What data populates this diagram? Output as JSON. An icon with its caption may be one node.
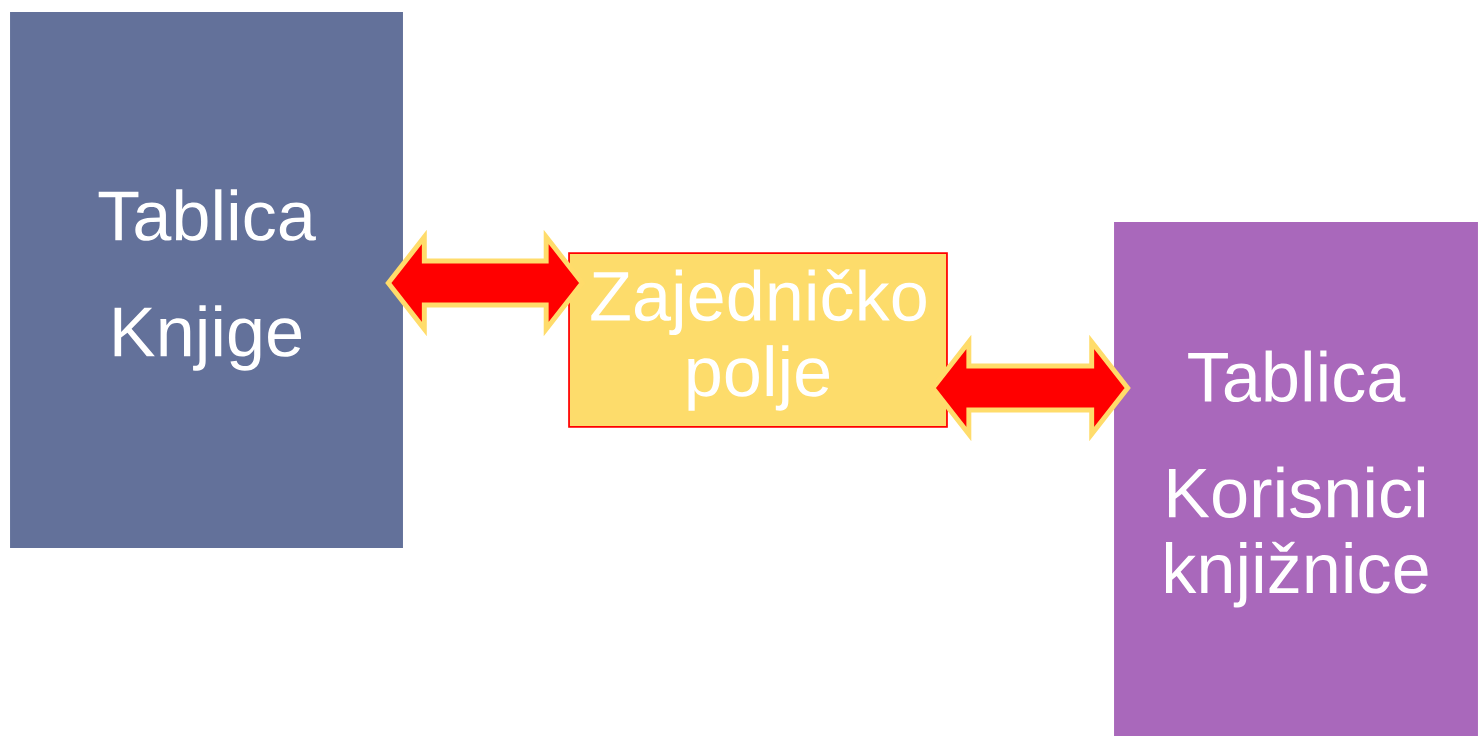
{
  "diagram": {
    "nodes": [
      {
        "text": [
          "Tablica",
          "Knjige"
        ]
      },
      {
        "text": [
          "Zajedničko polje"
        ]
      },
      {
        "text": [
          "Tablica",
          "Korisnici knjižnice"
        ]
      }
    ],
    "edges": [
      {
        "from": 0,
        "to": 1,
        "arrow": "both"
      },
      {
        "from": 1,
        "to": 2,
        "arrow": "both"
      }
    ]
  }
}
